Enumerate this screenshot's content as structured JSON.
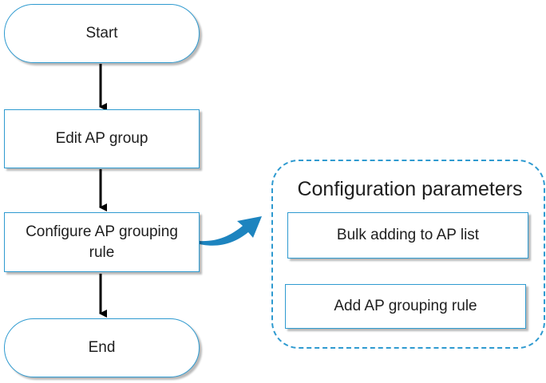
{
  "flowchart": {
    "nodes": {
      "start": "Start",
      "edit_ap_group": "Edit AP group",
      "configure_rule": "Configure AP grouping rule",
      "end": "End"
    },
    "group": {
      "title": "Configuration parameters",
      "items": [
        "Bulk adding to AP list",
        "Add AP grouping rule"
      ]
    }
  },
  "colors": {
    "border": "#2e9ad0",
    "callout_arrow": "#1d84bf",
    "flow_arrow": "#000000",
    "text": "#1e1e1e"
  }
}
